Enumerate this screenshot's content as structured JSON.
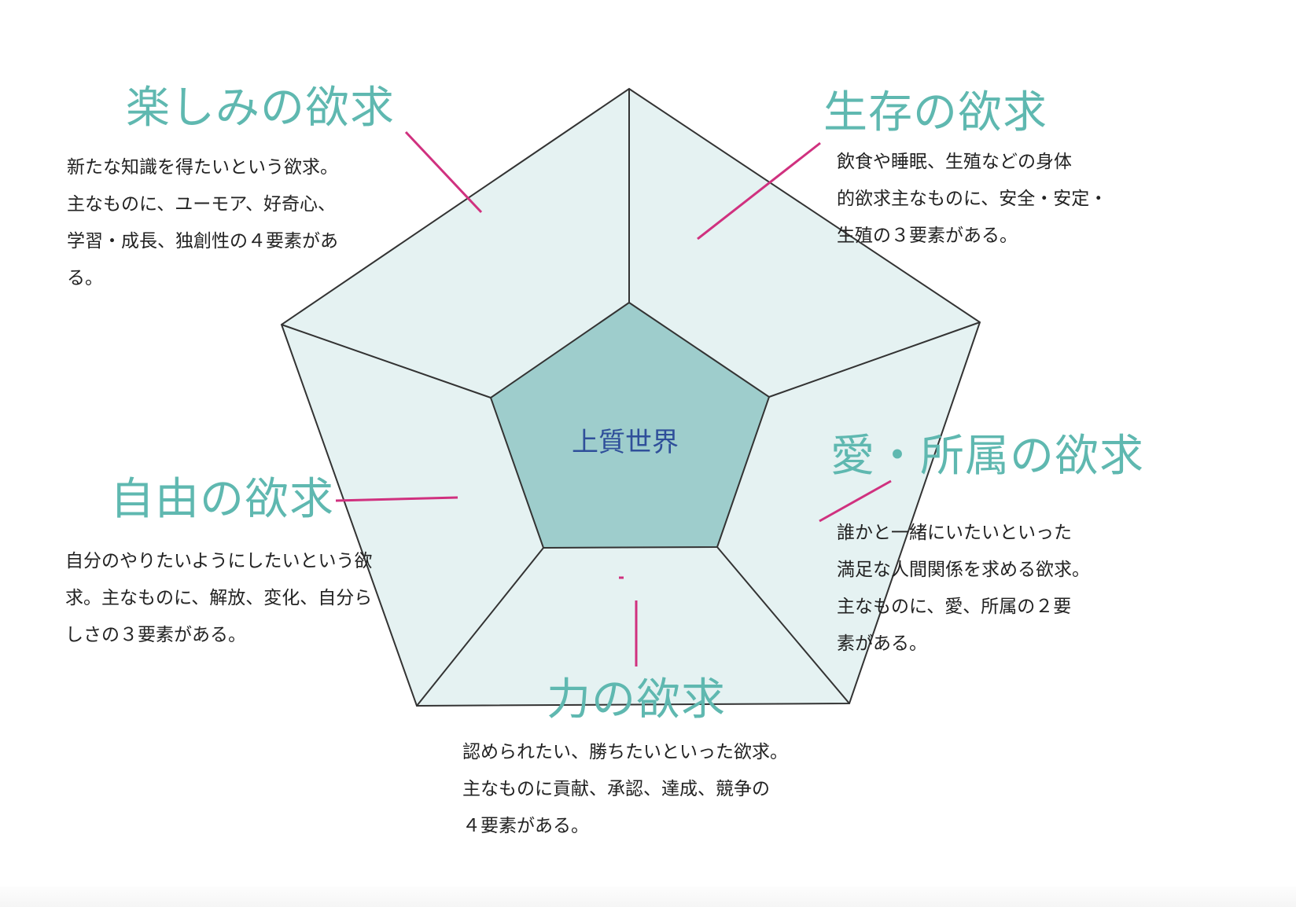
{
  "diagram": {
    "type": "pentagon-needs",
    "center_label": "上質世界",
    "colors": {
      "outer_fill": "#e5f2f2",
      "inner_fill": "#9ecdcc",
      "outline": "#333333",
      "connector": "#d0317f",
      "heading": "#5fb8b0",
      "center_text": "#2f4f9a",
      "body_text": "#222222"
    },
    "sections": [
      {
        "id": "fun",
        "heading": "楽しみの欲求",
        "description": "新たな知識を得たいという欲求。\n主なものに、ユーモア、好奇心、\n学習・成長、独創性の４要素があ\nる。"
      },
      {
        "id": "survival",
        "heading": "生存の欲求",
        "description": "飲食や睡眠、生殖などの身体\n的欲求主なものに、安全・安定・\n生殖の３要素がある。"
      },
      {
        "id": "love-belonging",
        "heading": "愛・所属の欲求",
        "description": "誰かと一緒にいたいといった\n満足な人間関係を求める欲求。\n主なものに、愛、所属の２要\n素がある。"
      },
      {
        "id": "freedom",
        "heading": "自由の欲求",
        "description": "自分のやりたいようにしたいという欲\n求。主なものに、解放、変化、自分ら\nしさの３要素がある。"
      },
      {
        "id": "power",
        "heading": "力の欲求",
        "description": "認められたい、勝ちたいといった欲求。\n主なものに貢献、承認、達成、競争の\n４要素がある。"
      }
    ]
  }
}
